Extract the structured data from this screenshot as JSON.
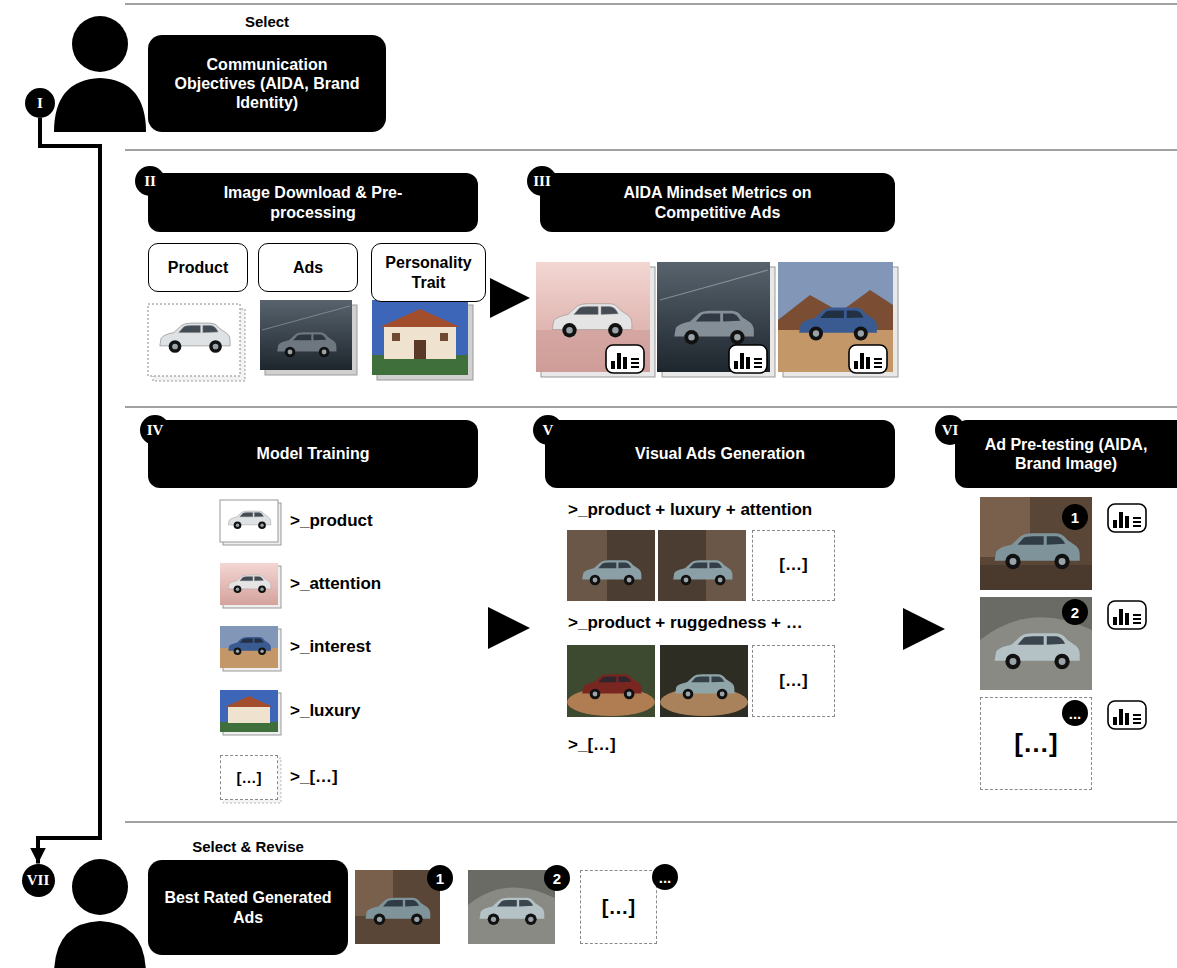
{
  "diagram": {
    "nodes": [
      {
        "text": [
          "I"
        ]
      },
      {
        "text": [
          "Select",
          "Communication Objectives (AIDA, Brand Identity)"
        ]
      },
      {
        "text": [
          "II"
        ]
      },
      {
        "text": [
          "Image Download & Pre-processing"
        ]
      },
      {
        "text": [
          "Product"
        ]
      },
      {
        "text": [
          "Ads"
        ]
      },
      {
        "text": [
          "Personality Trait"
        ]
      },
      {
        "text": [
          "III"
        ]
      },
      {
        "text": [
          "AIDA Mindset Metrics on Competitive Ads"
        ]
      },
      {
        "text": [
          "IV"
        ]
      },
      {
        "text": [
          "Model Training"
        ]
      },
      {
        "text": [
          "[…]"
        ]
      },
      {
        "text": [
          "V"
        ]
      },
      {
        "text": [
          "Visual Ads Generation"
        ]
      },
      {
        "text": [
          "[…]"
        ]
      },
      {
        "text": [
          "[…]"
        ]
      },
      {
        "text": [
          "VI"
        ]
      },
      {
        "text": [
          "Ad Pre-testing (AIDA, Brand Image)"
        ]
      },
      {
        "text": [
          "1"
        ]
      },
      {
        "text": [
          "2"
        ]
      },
      {
        "text": [
          "[…]"
        ]
      },
      {
        "text": [
          "..."
        ]
      },
      {
        "text": [
          "VII"
        ]
      },
      {
        "text": [
          "Select & Revise",
          "Best Rated Generated Ads"
        ]
      },
      {
        "text": [
          "1"
        ]
      },
      {
        "text": [
          "2"
        ]
      },
      {
        "text": [
          "[…]"
        ]
      },
      {
        "text": [
          "..."
        ]
      }
    ],
    "edges": [
      {
        "from": 0,
        "to": 22,
        "arrow": "to"
      }
    ],
    "labels": [
      ">_product",
      ">_attention",
      ">_interest",
      ">_luxury",
      ">_[…]",
      ">_product + luxury + attention",
      ">_product + ruggedness + …",
      ">_[…]"
    ]
  }
}
